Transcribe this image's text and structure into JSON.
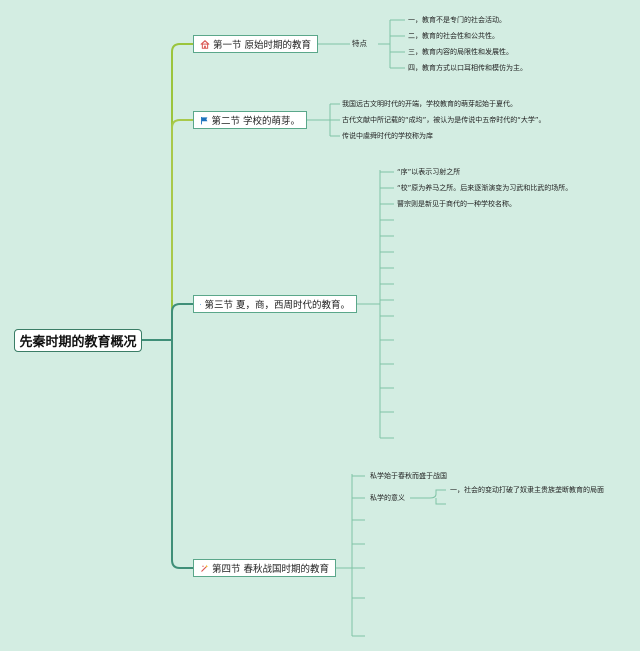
{
  "root": {
    "label": "先秦时期的教育概况"
  },
  "sections": [
    {
      "label": "第一节 原始时期的教育",
      "icon": "home-icon",
      "sublabel": "特点",
      "items": [
        "一，教育不是专门的社会活动。",
        "二，教育的社会性和公共性。",
        "三，教育内容的局限性和发展性。",
        "四，教育方式以口耳相传和模仿为主。"
      ]
    },
    {
      "label": "第二节 学校的萌芽。",
      "icon": "flag-icon",
      "items": [
        "我国远古文明时代的开端，学校教育的萌芽起始于夏代。",
        "古代文献中所记载的“成均”，被认为是传说中五帝时代的“大学”。",
        "传说中虞舜时代的学校称为庠"
      ]
    },
    {
      "label": "第三节 夏，商，西周时代的教育。",
      "icon": "flag-icon",
      "items": [
        "“序”以表示习射之所",
        "“校”原为养马之所。后来逐渐演变为习武和比武的场所。",
        "瞽宗则是新见于商代的一种学校名称。"
      ]
    },
    {
      "label": "第四节 春秋战国时期的教育",
      "icon": "magic-wand-icon",
      "items": [
        "私学始于春秋而盛于战国",
        "私学的意义"
      ],
      "detail": "一，社会的变动打破了奴隶主贵族垄断教育的局面"
    }
  ],
  "colors": {
    "background": "#d3ede2",
    "branch_green": "#9bc53d",
    "branch_teal": "#3f8f78",
    "node_border": "#5aa78a",
    "icon_blue": "#1e73be",
    "icon_red": "#d9534f"
  }
}
